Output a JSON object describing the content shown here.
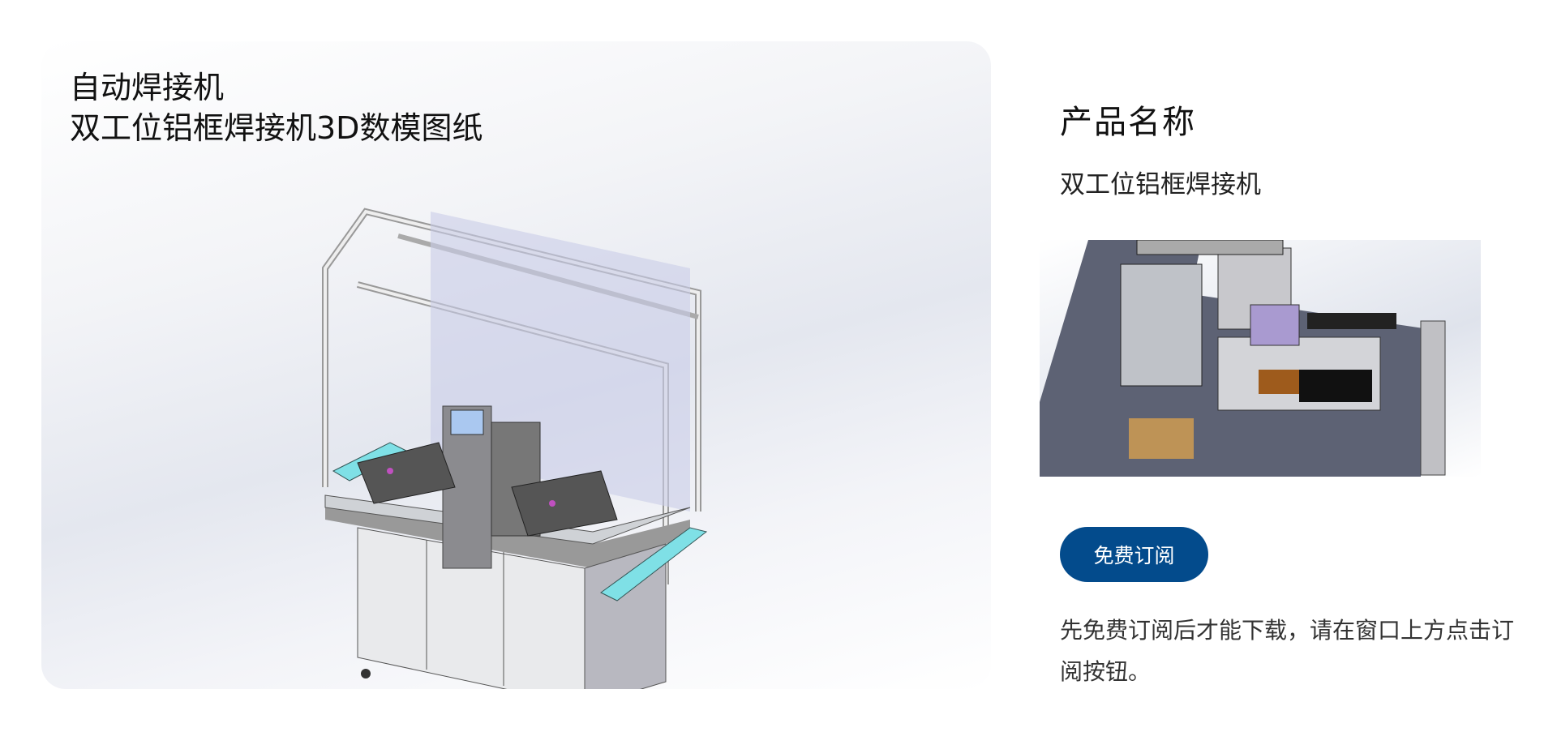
{
  "banner": {
    "title_line1": "自动焊接机",
    "title_line2": "双工位铝框焊接机3D数模图纸"
  },
  "product": {
    "heading": "产品名称",
    "name": "双工位铝框焊接机"
  },
  "subscribe_button": "免费订阅",
  "note": "先免费订阅后才能下载，请在窗口上方点击订阅按钮。",
  "colors": {
    "button": "#034b8c",
    "accent_cyan": "#7fe0e6"
  }
}
